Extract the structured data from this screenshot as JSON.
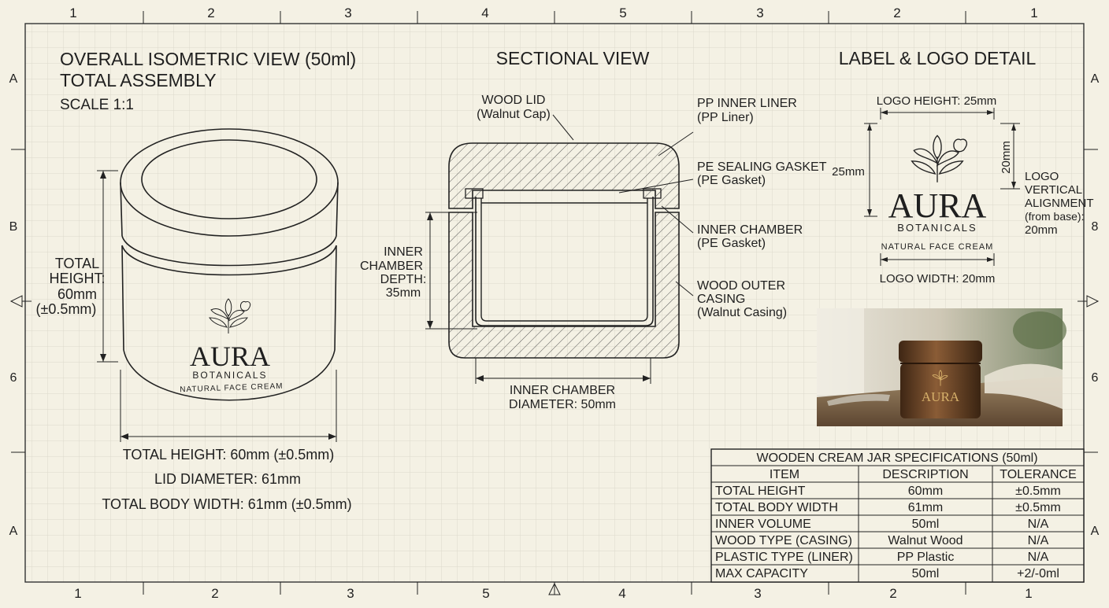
{
  "frame": {
    "col_labels_top": [
      "1",
      "2",
      "3",
      "4",
      "5",
      "3",
      "2",
      "1"
    ],
    "col_labels_bottom": [
      "1",
      "2",
      "3",
      "5",
      "4",
      "3",
      "2",
      "1"
    ],
    "row_labels_left": [
      "A",
      "B",
      "6",
      "A"
    ],
    "row_labels_right": [
      "A",
      "8",
      "6",
      "A"
    ]
  },
  "iso": {
    "title_1": "OVERALL ISOMETRIC VIEW (50ml)",
    "title_2": "TOTAL ASSEMBLY",
    "scale": "SCALE 1:1",
    "dim_label": [
      "TOTAL",
      "HEIGHT:",
      "60mm",
      "(±0.5mm)"
    ],
    "notes": [
      "TOTAL HEIGHT: 60mm (±0.5mm)",
      "LID DIAMETER: 61mm",
      "TOTAL BODY WIDTH: 61mm (±0.5mm)"
    ]
  },
  "brand": {
    "name": "AURA",
    "sub": "BOTANICALS",
    "product": "NATURAL FACE CREAM"
  },
  "section": {
    "title": "SECTIONAL VIEW",
    "wood_lid": [
      "WOOD LID",
      "(Walnut Cap)"
    ],
    "pp_liner": [
      "PP INNER LINER",
      "(PP Liner)"
    ],
    "gasket": [
      "PE SEALING GASKET",
      "(PE Gasket)"
    ],
    "chamber": [
      "INNER CHAMBER",
      "(PE Gasket)"
    ],
    "casing": [
      "WOOD OUTER",
      "CASING",
      "(Walnut Casing)"
    ],
    "depth": [
      "INNER",
      "CHAMBER",
      "DEPTH:",
      "35mm"
    ],
    "diameter": [
      "INNER CHAMBER",
      "DIAMETER: 50mm"
    ]
  },
  "label_detail": {
    "title": "LABEL & LOGO DETAIL",
    "logo_height": "LOGO HEIGHT: 25mm",
    "left_dim": "25mm",
    "right_dim": "20mm",
    "alignment": [
      "LOGO",
      "VERTICAL",
      "ALIGNMENT",
      "(from base):",
      "20mm"
    ],
    "logo_width": "LOGO WIDTH: 20mm"
  },
  "spec_table": {
    "title": "WOODEN CREAM JAR SPECIFICATIONS (50ml)",
    "headers": [
      "ITEM",
      "DESCRIPTION",
      "TOLERANCE"
    ],
    "rows": [
      [
        "TOTAL HEIGHT",
        "60mm",
        "±0.5mm"
      ],
      [
        "TOTAL BODY WIDTH",
        "61mm",
        "±0.5mm"
      ],
      [
        "INNER VOLUME",
        "50ml",
        "N/A"
      ],
      [
        "WOOD TYPE (CASING)",
        "Walnut Wood",
        "N/A"
      ],
      [
        "PLASTIC TYPE (LINER)",
        "PP Plastic",
        "N/A"
      ],
      [
        "MAX CAPACITY",
        "50ml",
        "+2/-0ml"
      ]
    ]
  },
  "colors": {
    "paper": "#f4f1e4",
    "grid": "#d9d6c8",
    "ink": "#222222",
    "walnut": "#6a4527",
    "gold": "#d6b06a"
  }
}
